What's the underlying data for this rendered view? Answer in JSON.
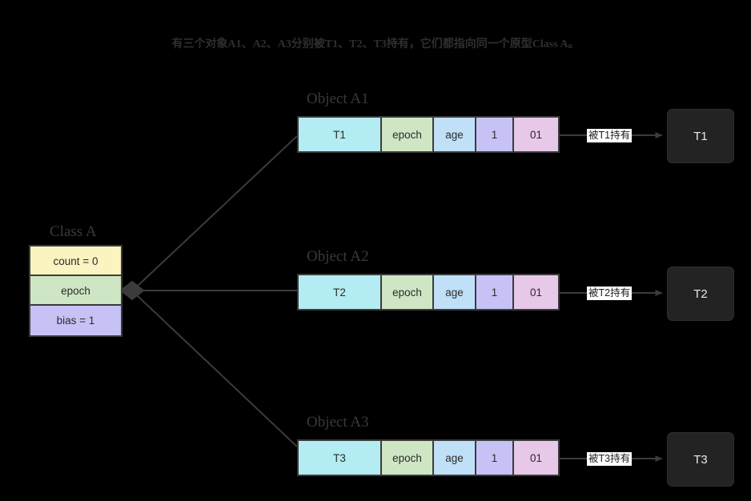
{
  "diagram": {
    "title": "有三个对象A1、A2、A3分别被T1、T2、T3持有，它们都指向同一个原型Class A。",
    "background_color": "#000000",
    "stroke_color": "#3b3b3b"
  },
  "class_node": {
    "heading": "Class A",
    "rows": [
      {
        "label": "count = 0",
        "color": "#fbf3c0"
      },
      {
        "label": "epoch",
        "color": "#cfe6c4"
      },
      {
        "label": "bias = 1",
        "color": "#c6c2f5"
      }
    ]
  },
  "objects": [
    {
      "heading": "Object A1",
      "cells": [
        {
          "label": "T1",
          "color": "#b3ecf2"
        },
        {
          "label": "epoch",
          "color": "#cfe6c4"
        },
        {
          "label": "age",
          "color": "#bfe0f7"
        },
        {
          "label": "1",
          "color": "#c6c2f5"
        },
        {
          "label": "01",
          "color": "#e8c8e8"
        }
      ],
      "edge_label": "被T1持有",
      "thread": "T1"
    },
    {
      "heading": "Object A2",
      "cells": [
        {
          "label": "T2",
          "color": "#b3ecf2"
        },
        {
          "label": "epoch",
          "color": "#cfe6c4"
        },
        {
          "label": "age",
          "color": "#bfe0f7"
        },
        {
          "label": "1",
          "color": "#c6c2f5"
        },
        {
          "label": "01",
          "color": "#e8c8e8"
        }
      ],
      "edge_label": "被T2持有",
      "thread": "T2"
    },
    {
      "heading": "Object A3",
      "cells": [
        {
          "label": "T3",
          "color": "#b3ecf2"
        },
        {
          "label": "epoch",
          "color": "#cfe6c4"
        },
        {
          "label": "age",
          "color": "#bfe0f7"
        },
        {
          "label": "1",
          "color": "#c6c2f5"
        },
        {
          "label": "01",
          "color": "#e8c8e8"
        }
      ],
      "edge_label": "被T3持有",
      "thread": "T3"
    }
  ]
}
